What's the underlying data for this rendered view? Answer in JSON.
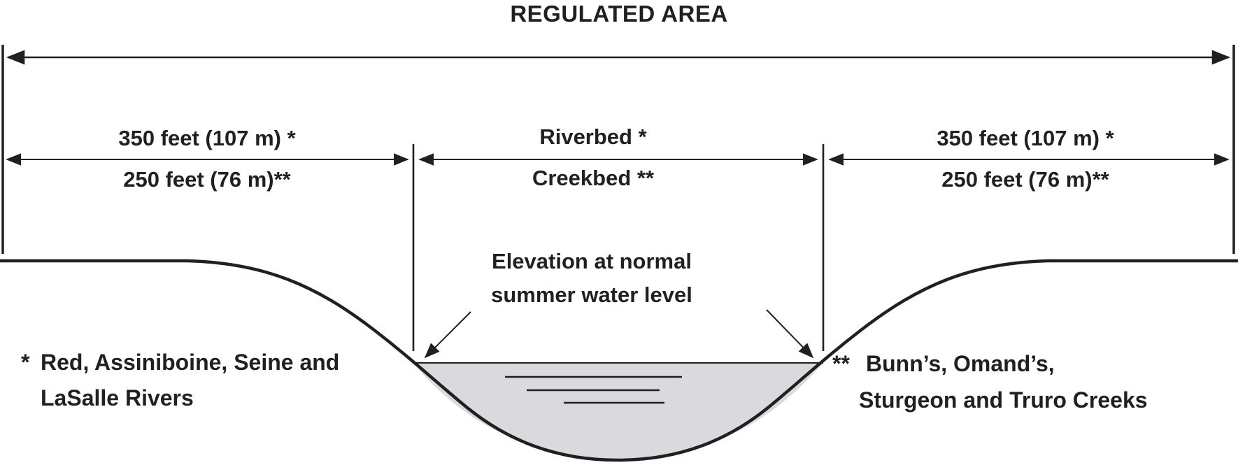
{
  "title": "REGULATED AREA",
  "colors": {
    "ink": "#231f20",
    "water_fill": "#d9d9de",
    "background": "#ffffff"
  },
  "dimensions": {
    "left": {
      "top_label": "350 feet (107 m) *",
      "bottom_label": "250 feet (76 m)**"
    },
    "middle": {
      "top_label": "Riverbed *",
      "bottom_label": "Creekbed **"
    },
    "right": {
      "top_label": "350 feet (107 m) *",
      "bottom_label": "250 feet (76 m)**"
    }
  },
  "water_level_label": {
    "line1": "Elevation at normal",
    "line2": "summer water level"
  },
  "footnotes": {
    "rivers": {
      "marker": "*",
      "line1": "Red, Assiniboine, Seine and",
      "line2": "LaSalle Rivers"
    },
    "creeks": {
      "marker": "**",
      "line1": "Bunn’s, Omand’s,",
      "line2": "Sturgeon and Truro Creeks"
    }
  }
}
